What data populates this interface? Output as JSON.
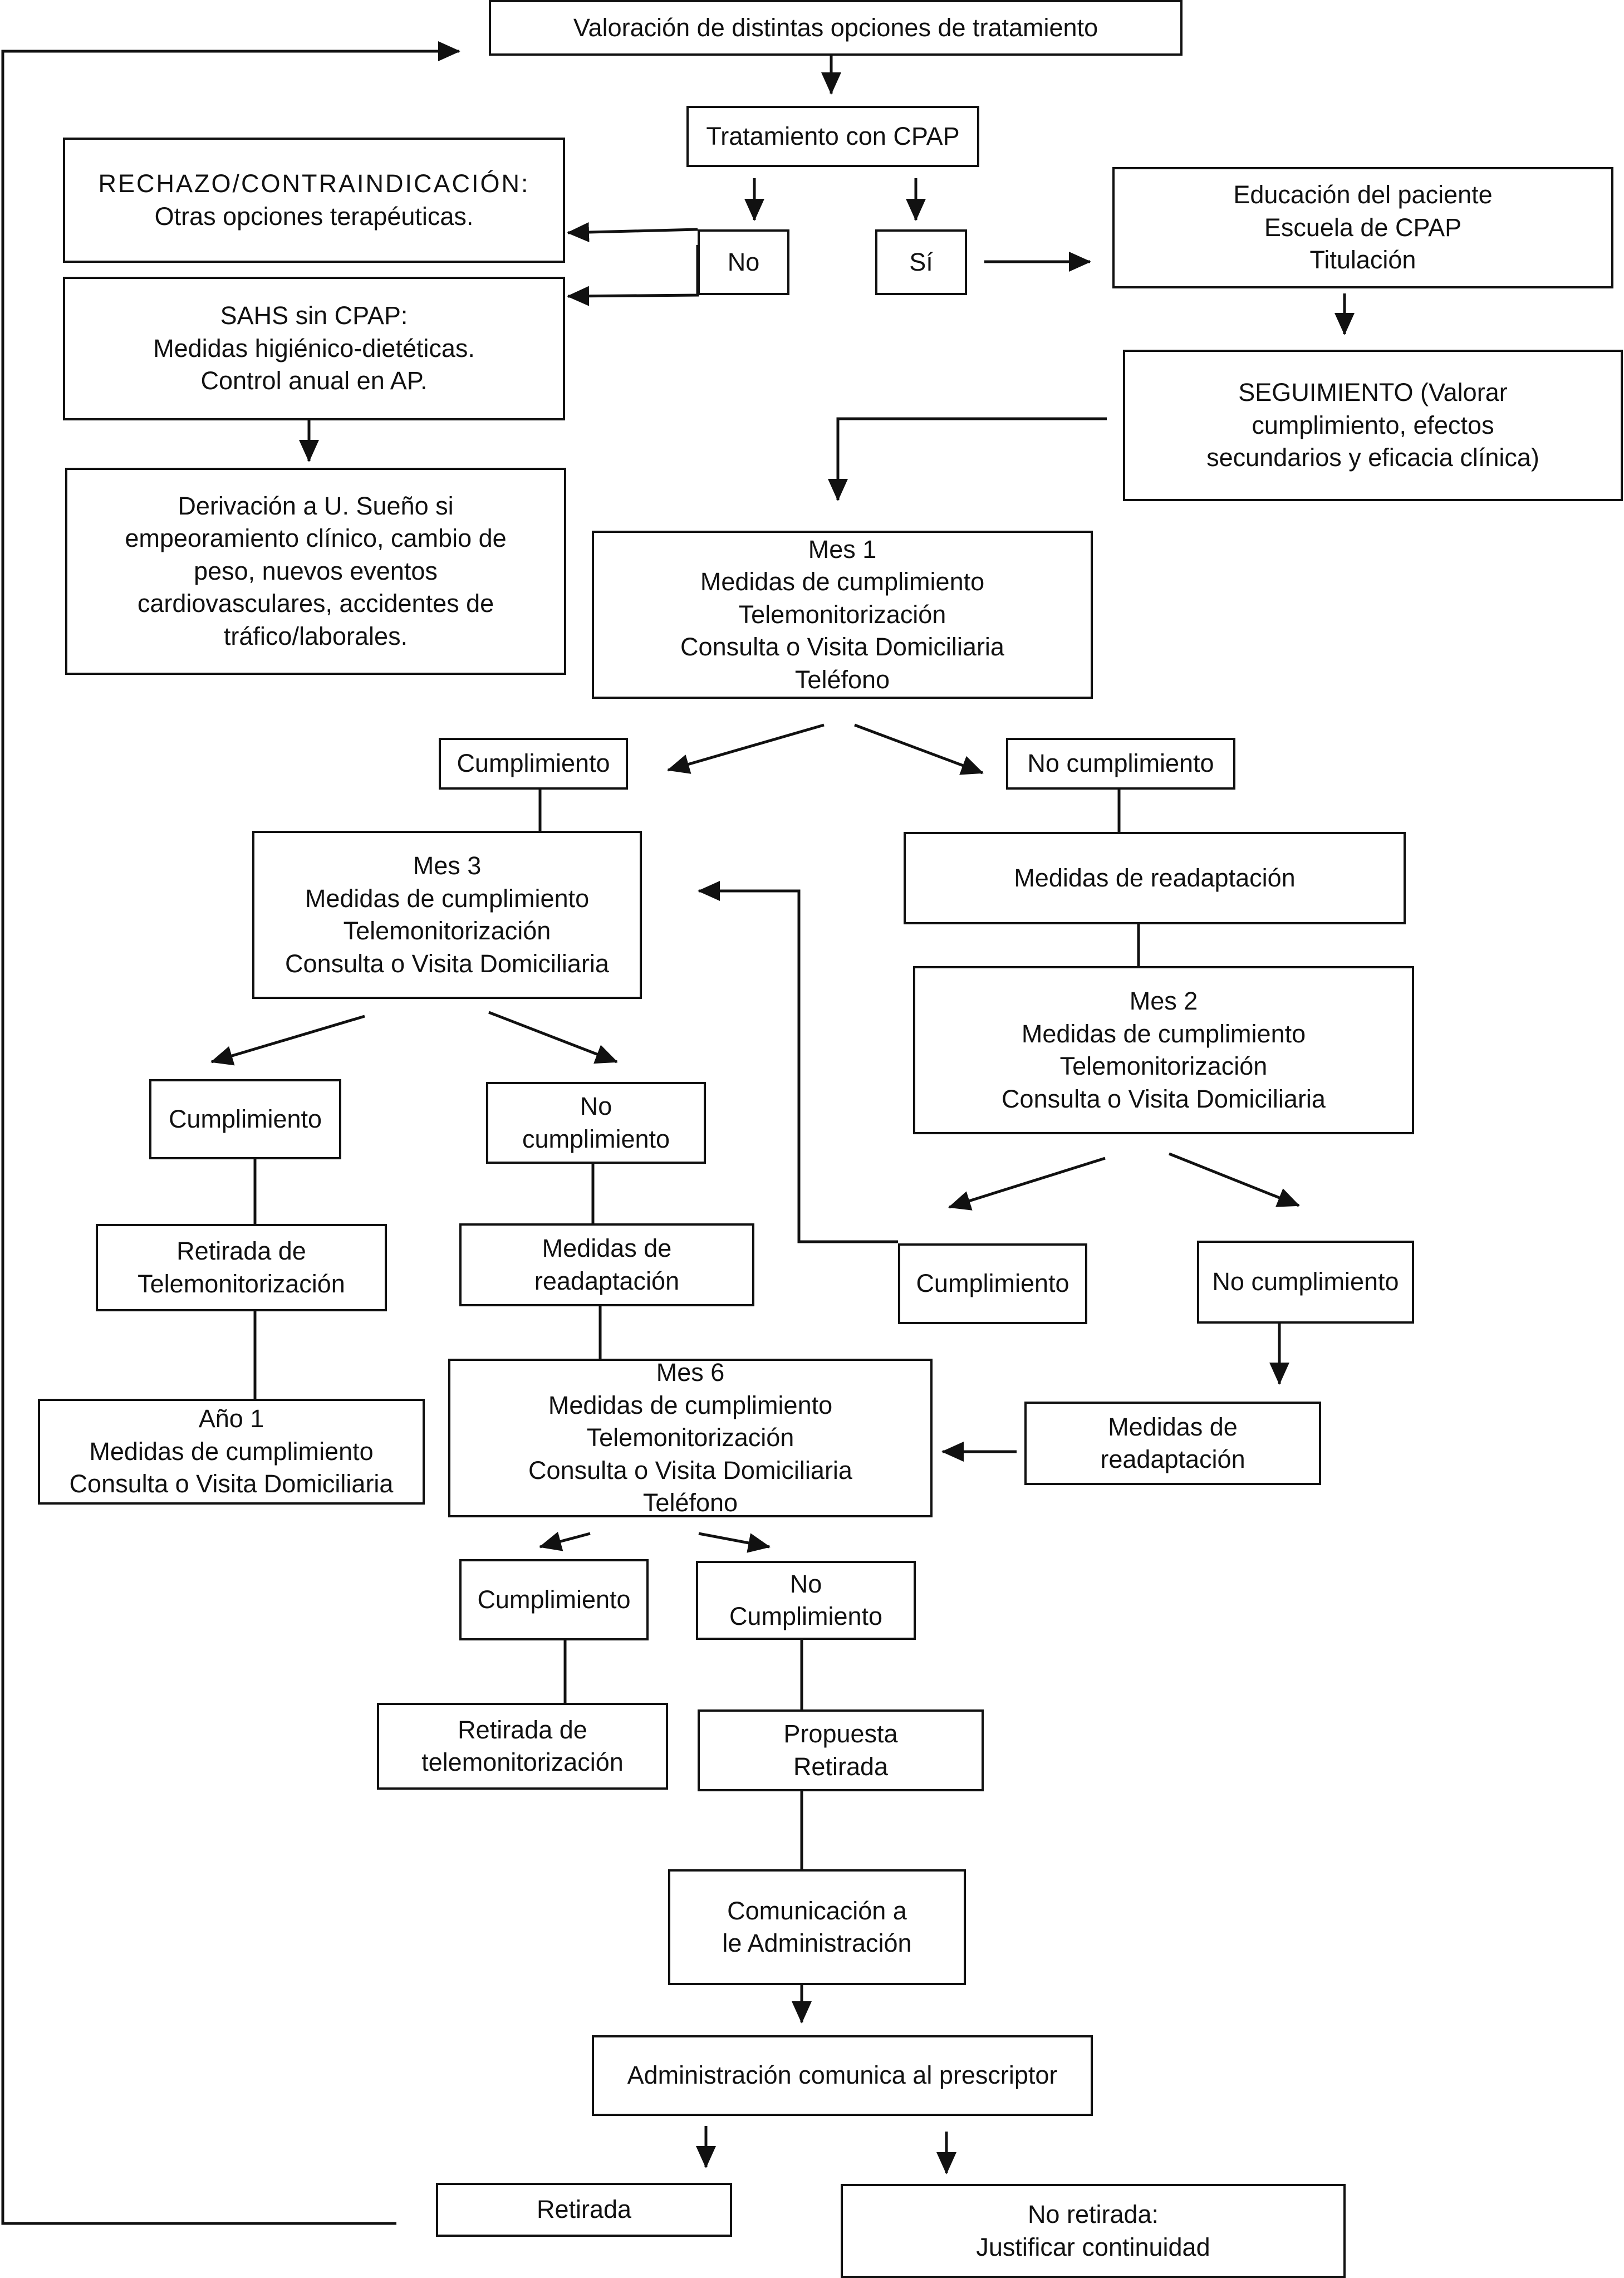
{
  "nodes": {
    "valoracion": "Valoración de distintas opciones de tratamiento",
    "cpap": "Tratamiento con CPAP",
    "rechazo_title": "RECHAZO/CONTRAINDICACIÓN:",
    "rechazo_body": "Otras opciones terapéuticas.",
    "no": "No",
    "si": "Sí",
    "educacion": "Educación del paciente\nEscuela de CPAP\nTitulación",
    "sahs": "SAHS sin CPAP:\nMedidas higiénico-dietéticas.\nControl anual en AP.",
    "seguimiento": "SEGUIMIENTO (Valorar\ncumplimiento, efectos\nsecundarios y eficacia clínica)",
    "derivacion": "Derivación a U. Sueño si\nempeoramiento clínico, cambio de\npeso, nuevos eventos\ncardiovasculares, accidentes de\ntráfico/laborales.",
    "mes1": "Mes 1\nMedidas de cumplimiento\nTelemonitorización\nConsulta o Visita Domiciliaria\nTeléfono",
    "cumplimiento_1": "Cumplimiento",
    "no_cumplimiento_1": "No cumplimiento",
    "mes3": "Mes 3\nMedidas de cumplimiento\nTelemonitorización\nConsulta o Visita Domiciliaria",
    "readaptacion_1": "Medidas de readaptación",
    "mes2": "Mes 2\nMedidas de cumplimiento\nTelemonitorización\nConsulta o Visita Domiciliaria",
    "cumplimiento_3": "Cumplimiento",
    "no_cumplimiento_3": "No\ncumplimiento",
    "retirada_tele_1": "Retirada de\nTelemonitorización",
    "readaptacion_3": "Medidas de\nreadaptación",
    "cumplimiento_2": "Cumplimiento",
    "no_cumplimiento_2": "No cumplimiento",
    "ano1": "Año 1\nMedidas de cumplimiento\nConsulta o Visita Domiciliaria",
    "mes6": "Mes 6\nMedidas de cumplimiento\nTelemonitorización\nConsulta o Visita Domiciliaria\nTeléfono",
    "readaptacion_2": "Medidas de\nreadaptación",
    "cumplimiento_6": "Cumplimiento",
    "no_cumplimiento_6": "No\nCumplimiento",
    "retirada_tele_2": "Retirada de\ntelemonitorización",
    "propuesta": "Propuesta\nRetirada",
    "comunicacion": "Comunicación a\nle Administración",
    "administracion": "Administración comunica al prescriptor",
    "retirada": "Retirada",
    "no_retirada": "No retirada:\nJustificar continuidad"
  }
}
